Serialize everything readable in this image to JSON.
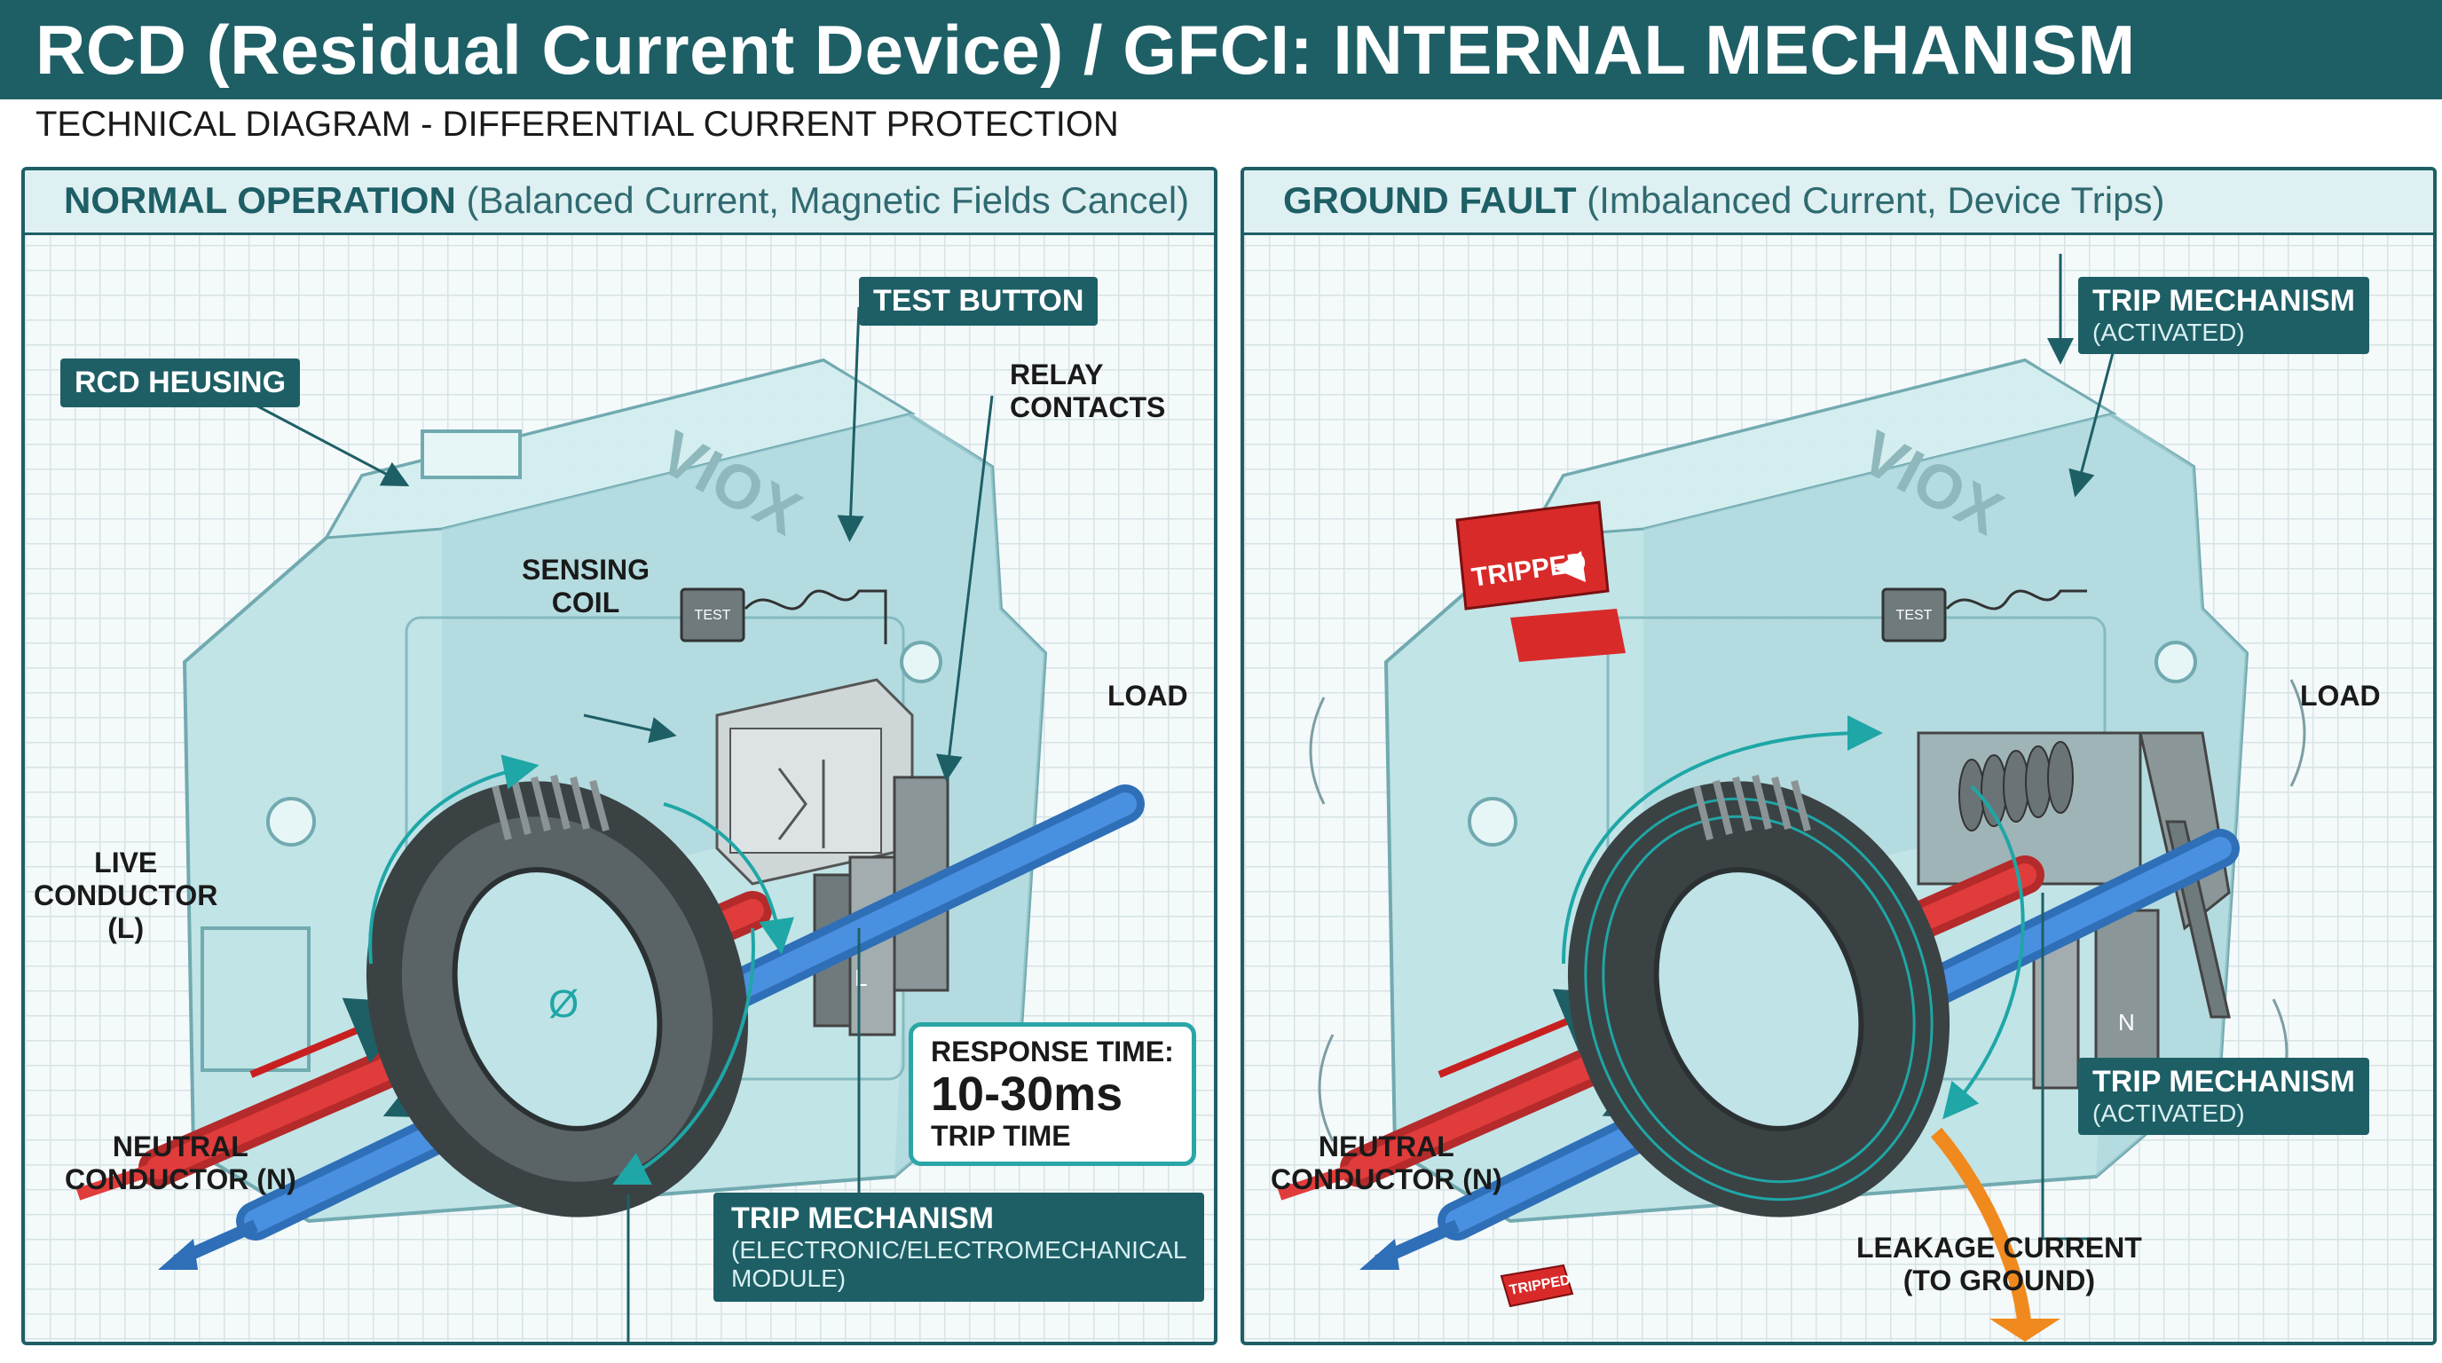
{
  "header": {
    "title": "RCD (Residual Current Device) / GFCI: INTERNAL MECHANISM CUTAWAY",
    "subtitle": "TECHNICAL DIAGRAM - DIFFERENTIAL CURRENT PROTECTION"
  },
  "normal": {
    "title": "NORMAL OPERATION",
    "subtitle": "(Balanced Current, Magnetic Fields Cancel)",
    "brand": "VIOX",
    "test_key": "TEST",
    "zero_symbol": "Ø",
    "labels": {
      "housing": "RCD HEUSING",
      "test_button": "TEST BUTTON",
      "relay": [
        "RELAY",
        "CONTACTS"
      ],
      "sensing": [
        "SENSING",
        "COIL"
      ],
      "load": "LOAD",
      "live": [
        "LIVE",
        "CONDUCTOR",
        "(L)"
      ],
      "neutral": [
        "NEUTRAL",
        "CONDUCTOR (N)"
      ],
      "relay_letter": "L",
      "response": {
        "line1": "RESPONSE TIME:",
        "line2": "10-30ms",
        "line3": "TRIP TIME"
      },
      "trip": {
        "title": "TRIP MECHANISM",
        "sub1": "(ELECTRONIC/ELECTROMECHANICAL",
        "sub2": "MODULE)"
      }
    }
  },
  "fault": {
    "title": "GROUND FAULT",
    "subtitle": "(Imbalanced Current, Device Trips)",
    "brand": "VIOX",
    "test_key": "TEST",
    "tripped_flag": "TRIPPED",
    "tripped_tab": "TRIPPED",
    "labels": {
      "trip_top": {
        "title": "TRIP MECHANISM",
        "sub": "(ACTIVATED)"
      },
      "trip_bottom": {
        "title": "TRIP MECHANISM",
        "sub": "(ACTIVATED)"
      },
      "load": "LOAD",
      "neutral": [
        "NEUTRAL",
        "CONDUCTOR (N)"
      ],
      "leakage": [
        "LEAKAGE CURRENT",
        "(TO GROUND)"
      ],
      "relay_letter": "N"
    }
  },
  "colors": {
    "header_bg": "#1e5f66",
    "live": "#e03c3c",
    "neutral": "#3a7fd0",
    "field": "#1fa6a6",
    "leakage": "#f08a1e",
    "housing": "#bfe3e6"
  }
}
